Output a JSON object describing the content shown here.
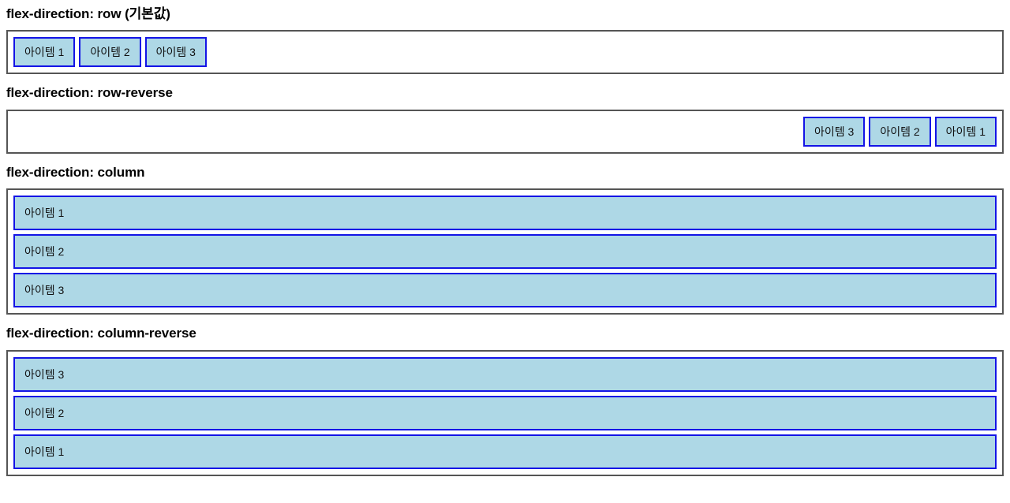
{
  "page": {
    "title": "flex-direction demo",
    "colors": {
      "item_background": "#aed8e6",
      "item_border": "#1414e6",
      "container_border": "#555555",
      "page_background": "#ffffff",
      "text": "#000000"
    }
  },
  "sections": [
    {
      "heading": "flex-direction: row (기본값)",
      "direction": "row",
      "items": [
        {
          "label": "아이템 1"
        },
        {
          "label": "아이템 2"
        },
        {
          "label": "아이템 3"
        }
      ]
    },
    {
      "heading": "flex-direction: row-reverse",
      "direction": "row-reverse",
      "items": [
        {
          "label": "아이템 1"
        },
        {
          "label": "아이템 2"
        },
        {
          "label": "아이템 3"
        }
      ]
    },
    {
      "heading": "flex-direction: column",
      "direction": "column",
      "items": [
        {
          "label": "아이템 1"
        },
        {
          "label": "아이템 2"
        },
        {
          "label": "아이템 3"
        }
      ]
    },
    {
      "heading": "flex-direction: column-reverse",
      "direction": "column-reverse",
      "items": [
        {
          "label": "아이템 1"
        },
        {
          "label": "아이템 2"
        },
        {
          "label": "아이템 3"
        }
      ]
    }
  ]
}
